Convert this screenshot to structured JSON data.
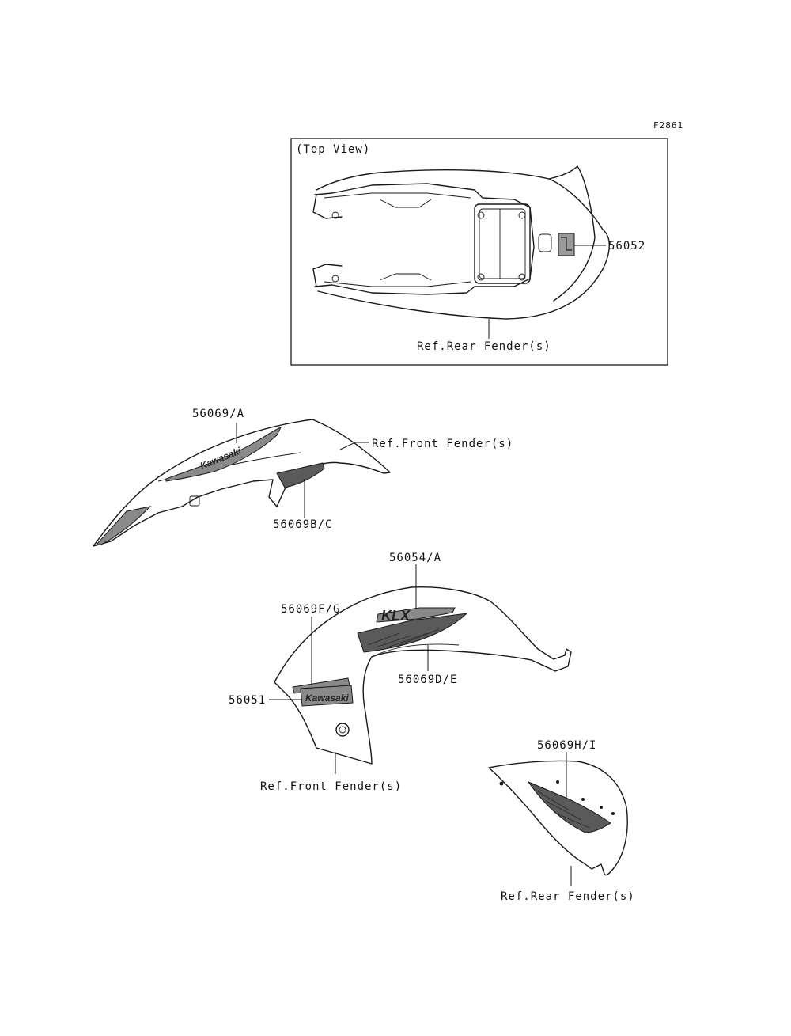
{
  "figure_code": "F2861",
  "top_view": {
    "title": "(Top View)",
    "callouts": {
      "seat_decal": "56052",
      "rear_fender_ref": "Ref.Rear Fender(s)"
    }
  },
  "front_fender_left": {
    "callouts": {
      "main_decal": "56069/A",
      "lower_decal": "56069B/C",
      "fender_ref": "Ref.Front Fender(s)"
    },
    "logo_text": "Kawasaki"
  },
  "front_fender_right": {
    "callouts": {
      "model_decal": "56054/A",
      "upper_side_decal": "56069F/G",
      "logo_decal": "56051",
      "stripe_decal": "56069D/E",
      "fender_ref": "Ref.Front Fender(s)"
    },
    "logo_text": "Kawasaki",
    "model_text": "KLX"
  },
  "rear_fender_side": {
    "callouts": {
      "side_decal": "56069H/I",
      "fender_ref": "Ref.Rear Fender(s)"
    }
  }
}
